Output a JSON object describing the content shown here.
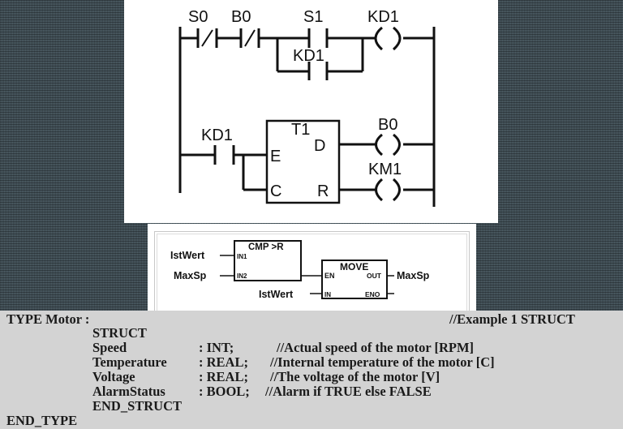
{
  "ladder_diagram": {
    "rung1": {
      "contacts": [
        {
          "label": "S0",
          "type": "normally-closed"
        },
        {
          "label": "B0",
          "type": "normally-closed"
        },
        {
          "label": "S1",
          "type": "normally-open"
        },
        {
          "label": "KD1",
          "type": "normally-open",
          "parallel_to": "S1"
        }
      ],
      "coil": {
        "label": "KD1"
      }
    },
    "rung2": {
      "contact": {
        "label": "KD1",
        "type": "normally-open"
      },
      "timer": {
        "name": "T1",
        "inputs": [
          "E",
          "C"
        ],
        "outputs": [
          "D",
          "R"
        ]
      },
      "coils": [
        {
          "label": "B0"
        },
        {
          "label": "KM1"
        }
      ]
    }
  },
  "function_block_diagram": {
    "cmp_block": {
      "title": "CMP >R",
      "in1_pin": "IN1",
      "in2_pin": "IN2",
      "in1_var": "IstWert",
      "in2_var": "MaxSp"
    },
    "move_block": {
      "title": "MOVE",
      "en_pin": "EN",
      "in_pin": "IN",
      "out_pin": "OUT",
      "eno_pin": "ENO",
      "in_var": "IstWert",
      "out_var": "MaxSp"
    }
  },
  "code": {
    "header": "TYPE Motor :",
    "header_comment": "//Example 1 STRUCT",
    "struct_open": "STRUCT",
    "fields": [
      {
        "name": "Speed",
        "type": ": INT;",
        "comment": "//Actual speed of the motor [RPM]"
      },
      {
        "name": "Temperature",
        "type": ": REAL;",
        "comment": "//Internal temperature of the motor [C]"
      },
      {
        "name": "Voltage",
        "type": ": REAL;",
        "comment": "//The voltage of the motor [V]"
      },
      {
        "name": "AlarmStatus",
        "type": ": BOOL;",
        "comment": "//Alarm if TRUE else FALSE"
      }
    ],
    "struct_close": "END_STRUCT",
    "footer": "END_TYPE"
  },
  "colors": {
    "background": "#4b5b63",
    "panel": "#ffffff",
    "code_panel": "#d3d3d3",
    "ink": "#111111"
  }
}
